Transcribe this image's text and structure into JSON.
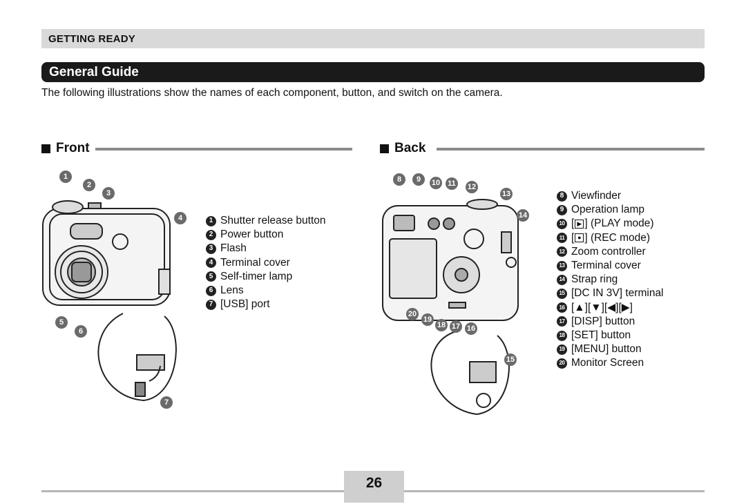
{
  "header": {
    "label": "GETTING READY"
  },
  "section": {
    "title": "General Guide"
  },
  "intro": "The following illustrations show the names of each component, button, and switch on the camera.",
  "front": {
    "heading": "Front",
    "items": [
      {
        "num": "1",
        "label": "Shutter release button"
      },
      {
        "num": "2",
        "label": "Power button"
      },
      {
        "num": "3",
        "label": "Flash"
      },
      {
        "num": "4",
        "label": "Terminal cover"
      },
      {
        "num": "5",
        "label": "Self-timer lamp"
      },
      {
        "num": "6",
        "label": "Lens"
      },
      {
        "num": "7",
        "label": "[USB] port"
      }
    ]
  },
  "back": {
    "heading": "Back",
    "items": [
      {
        "num": "8",
        "label": "Viewfinder"
      },
      {
        "num": "9",
        "label": "Operation lamp"
      },
      {
        "num": "10",
        "label": "(PLAY mode)",
        "key": "▶"
      },
      {
        "num": "11",
        "label": "(REC mode)",
        "key": "●"
      },
      {
        "num": "12",
        "label": "Zoom controller"
      },
      {
        "num": "13",
        "label": "Terminal cover"
      },
      {
        "num": "14",
        "label": "Strap ring"
      },
      {
        "num": "15",
        "label": "[DC IN 3V] terminal"
      },
      {
        "num": "16",
        "label": "[▲][▼][◀][▶]"
      },
      {
        "num": "17",
        "label": "[DISP] button"
      },
      {
        "num": "18",
        "label": "[SET] button"
      },
      {
        "num": "19",
        "label": "[MENU] button"
      },
      {
        "num": "20",
        "label": "Monitor Screen"
      }
    ]
  },
  "page_number": "26"
}
